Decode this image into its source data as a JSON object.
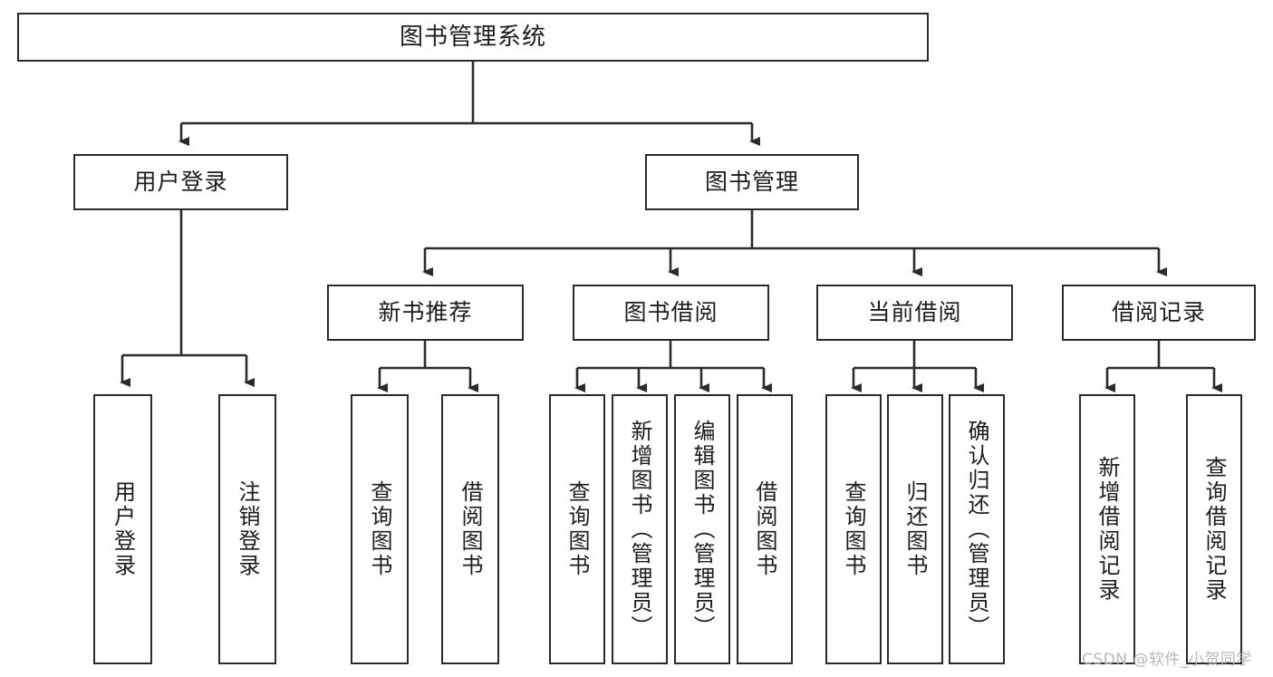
{
  "diagram": {
    "title": "图书管理系统",
    "type": "tree",
    "orientation": "top-down",
    "colors": {
      "box_border": "#2b2b2b",
      "box_fill": "#ffffff",
      "edge": "#2b2b2b",
      "text": "#1c1c1c",
      "watermark": "#b8b8b8",
      "background": "#ffffff"
    },
    "nodes": {
      "root": {
        "label": "图书管理系统"
      },
      "level2": [
        {
          "id": "user-login",
          "label": "用户登录"
        },
        {
          "id": "book-manage",
          "label": "图书管理"
        }
      ],
      "level3": [
        {
          "id": "new-book-recommend",
          "label": "新书推荐"
        },
        {
          "id": "book-borrow",
          "label": "图书借阅"
        },
        {
          "id": "current-borrow",
          "label": "当前借阅"
        },
        {
          "id": "borrow-record",
          "label": "借阅记录"
        }
      ],
      "leaves": {
        "user-login": [
          {
            "id": "leaf-user-login",
            "label": "用户登录"
          },
          {
            "id": "leaf-logout",
            "label": "注销登录"
          }
        ],
        "new-book-recommend": [
          {
            "id": "leaf-query-book-1",
            "label": "查询图书"
          },
          {
            "id": "leaf-borrow-book-1",
            "label": "借阅图书"
          }
        ],
        "book-borrow": [
          {
            "id": "leaf-query-book-2",
            "label": "查询图书"
          },
          {
            "id": "leaf-add-book",
            "label": "新增图书（管理员）"
          },
          {
            "id": "leaf-edit-book",
            "label": "编辑图书（管理员）"
          },
          {
            "id": "leaf-borrow-book-2",
            "label": "借阅图书"
          }
        ],
        "current-borrow": [
          {
            "id": "leaf-query-book-3",
            "label": "查询图书"
          },
          {
            "id": "leaf-return-book",
            "label": "归还图书"
          },
          {
            "id": "leaf-confirm-return",
            "label": "确认归还（管理员）"
          }
        ],
        "borrow-record": [
          {
            "id": "leaf-add-record",
            "label": "新增借阅记录"
          },
          {
            "id": "leaf-query-record",
            "label": "查询借阅记录"
          }
        ]
      }
    },
    "watermark": "CSDN @软件_小贺同学"
  }
}
